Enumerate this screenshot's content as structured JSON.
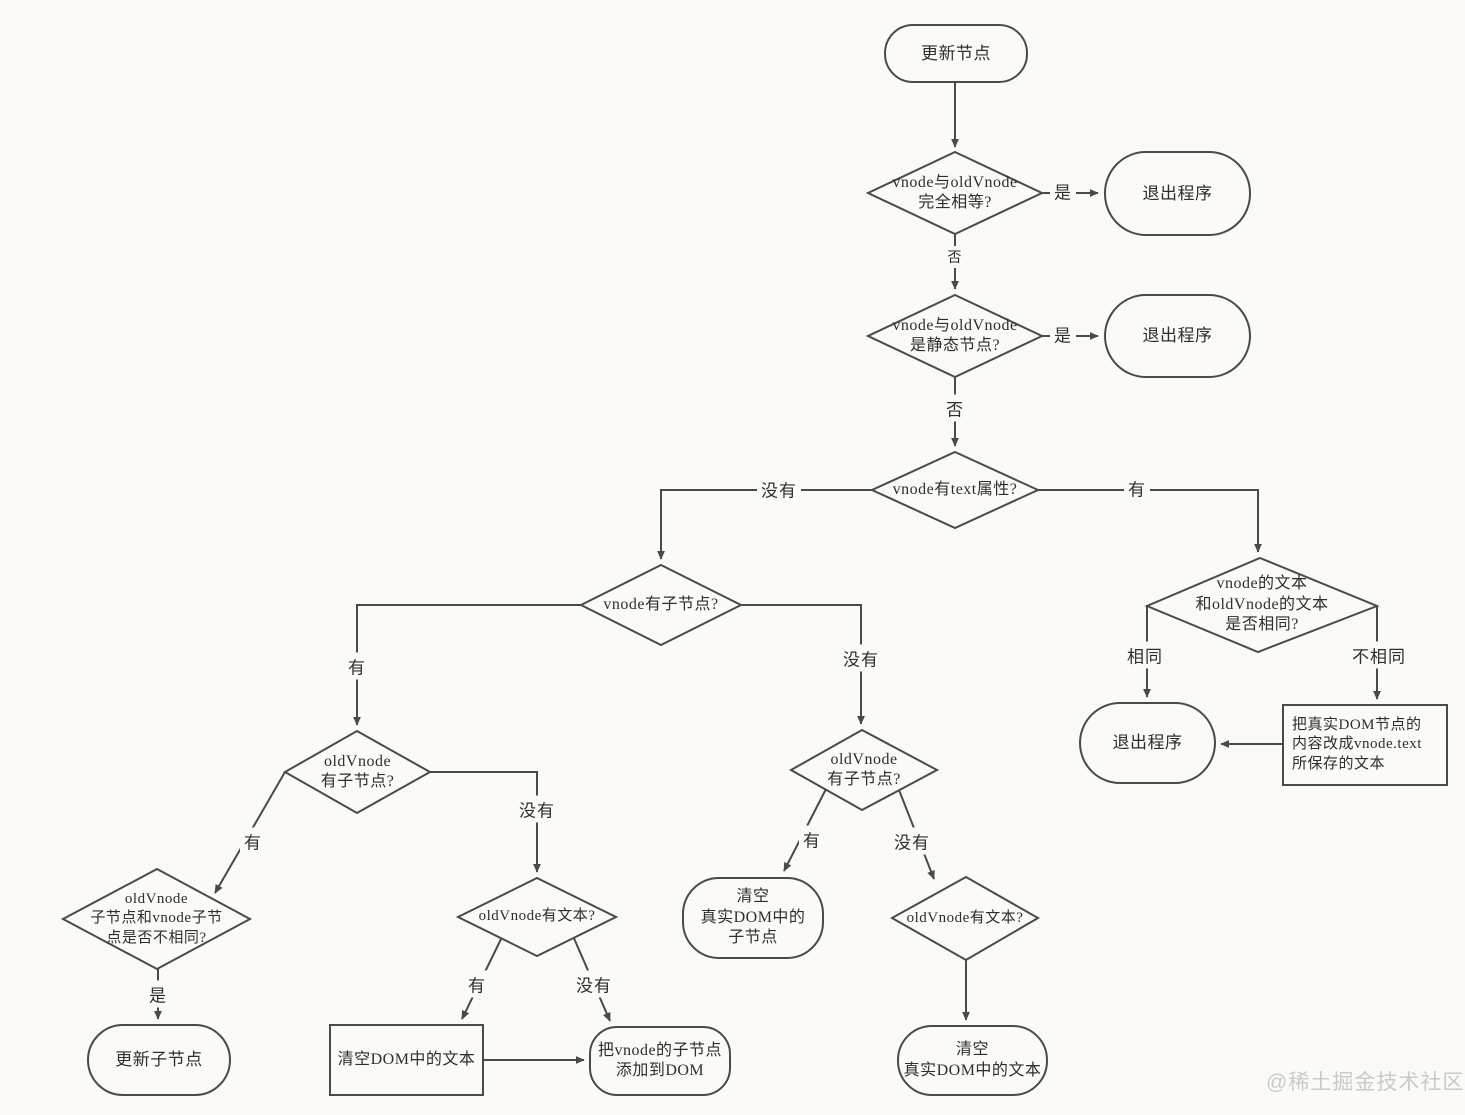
{
  "colors": {
    "background": "#fbfaf7",
    "stroke": "#4a4a4a",
    "text": "#2e2e2e",
    "watermark": "#cacaca"
  },
  "nodes": {
    "start": "更新节点",
    "d_equal": "vnode与oldVnode\n完全相等?",
    "exit1": "退出程序",
    "d_static": "vnode与oldVnode\n是静态节点?",
    "exit2": "退出程序",
    "d_text": "vnode有text属性?",
    "d_children": "vnode有子节点?",
    "d_sametext": "vnode的文本\n和oldVnode的文本\n是否相同?",
    "exit3": "退出程序",
    "set_dom_text": "把真实DOM节点的\n内容改成vnode.text\n所保存的文本",
    "d_old_children_l": "oldVnode\n有子节点?",
    "d_old_children_r": "oldVnode\n有子节点?",
    "d_diff": "oldVnode\n子节点和vnode子节\n点是否不相同?",
    "update_children": "更新子节点",
    "d_old_text_l": "oldVnode有文本?",
    "clear_dom_text": "清空DOM中的文本",
    "add_children": "把vnode的子节点\n添加到DOM",
    "clear_real_children": "清空\n真实DOM中的\n子节点",
    "d_old_text_r": "oldVnode有文本?",
    "clear_real_text": "清空\n真实DOM中的文本"
  },
  "labels": {
    "eq_yes": "是",
    "eq_no": "否",
    "static_yes": "是",
    "static_no": "否",
    "text_no": "没有",
    "text_yes": "有",
    "children_yes": "有",
    "children_no": "没有",
    "same": "相同",
    "not_same": "不相同",
    "oldc_l_yes": "有",
    "oldc_l_no": "没有",
    "diff_yes": "是",
    "oldtext_l_yes": "有",
    "oldtext_l_no": "没有",
    "oldc_r_yes": "有",
    "oldc_r_no": "没有"
  },
  "watermark": "@稀土掘金技术社区"
}
